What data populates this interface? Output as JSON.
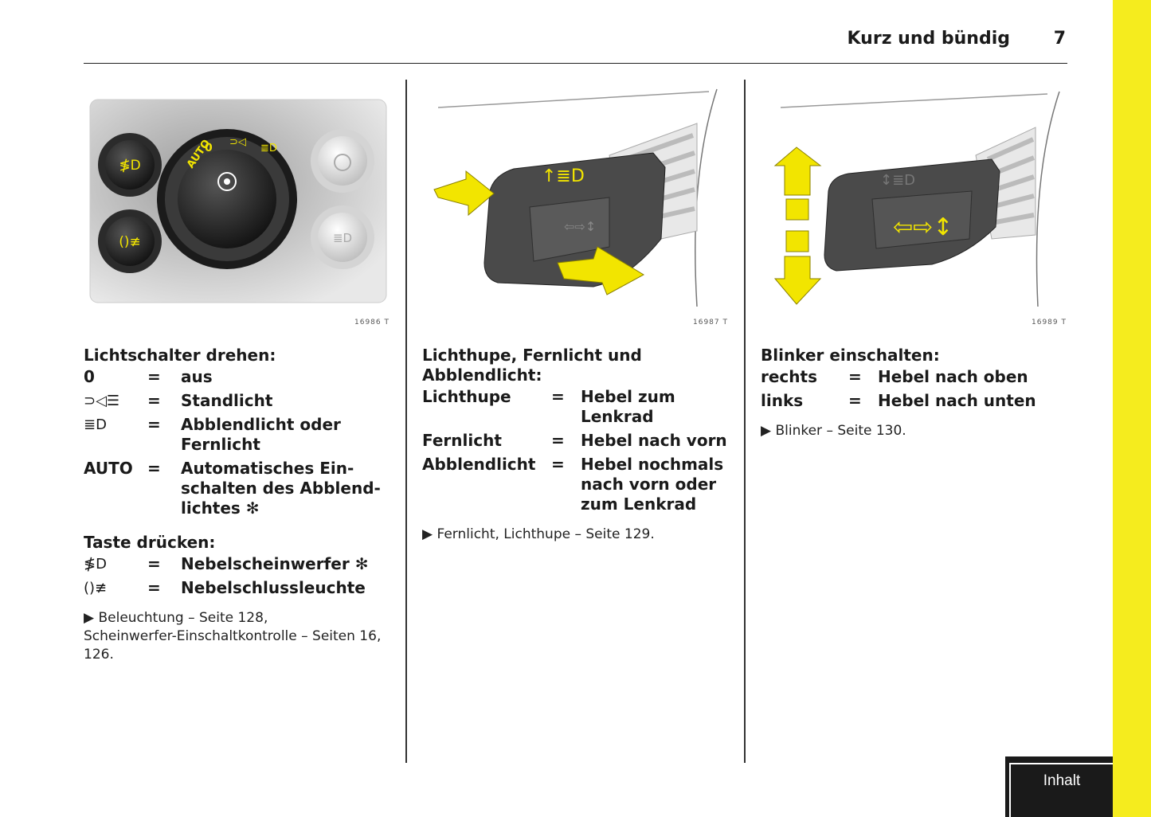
{
  "header": {
    "title": "Kurz und bündig",
    "page_number": "7"
  },
  "figures": {
    "light_switch": {
      "code": "16986 T",
      "dial_auto": "AUTO",
      "dial_zero": "0"
    },
    "headlight_lever": {
      "code": "16987 T"
    },
    "indicator_lever": {
      "code": "16989 T"
    }
  },
  "col1": {
    "title": "Lichtschalter drehen:",
    "rows": [
      {
        "term": "0",
        "eq": "=",
        "desc": "aus"
      },
      {
        "term": "⊃◁☰",
        "eq": "=",
        "desc": "Standlicht"
      },
      {
        "term": "≣D",
        "eq": "=",
        "desc": "Abblendlicht oder Fernlicht"
      },
      {
        "term": "AUTO",
        "eq": "=",
        "desc": "Automatisches Ein-schalten des Abblend-lichtes ✻"
      }
    ],
    "title2": "Taste drücken:",
    "rows2": [
      {
        "term": "≸D",
        "eq": "=",
        "desc": "Nebelscheinwerfer ✻"
      },
      {
        "term": "()≢",
        "eq": "=",
        "desc": "Nebelschlussleuchte"
      }
    ],
    "ref_line1": "▶ Beleuchtung – Seite 128,",
    "ref_line2": "Scheinwerfer-Einschaltkontrolle – Seiten 16,",
    "ref_line3": "126."
  },
  "col2": {
    "title_line1": "Lichthupe, Fernlicht und",
    "title_line2": "Abblendlicht:",
    "rows": [
      {
        "term": "Lichthupe",
        "eq": "=",
        "desc": "Hebel zum Lenkrad"
      },
      {
        "term": "Fernlicht",
        "eq": "=",
        "desc": "Hebel nach vorn"
      },
      {
        "term": "Abblendlicht",
        "eq": "=",
        "desc": "Hebel nochmals nach vorn oder zum Lenkrad"
      }
    ],
    "ref": "▶ Fernlicht, Lichthupe – Seite 129."
  },
  "col3": {
    "title": "Blinker einschalten:",
    "rows": [
      {
        "term": "rechts",
        "eq": "=",
        "desc": "Hebel nach oben"
      },
      {
        "term": "links",
        "eq": "=",
        "desc": "Hebel nach unten"
      }
    ],
    "ref": "▶ Blinker – Seite 130."
  },
  "nav": {
    "inhalt_label": "Inhalt"
  },
  "colors": {
    "accent_yellow": "#f5ec1e",
    "arrow_yellow": "#f2e500",
    "panel_dark": "#2b2b2b"
  }
}
